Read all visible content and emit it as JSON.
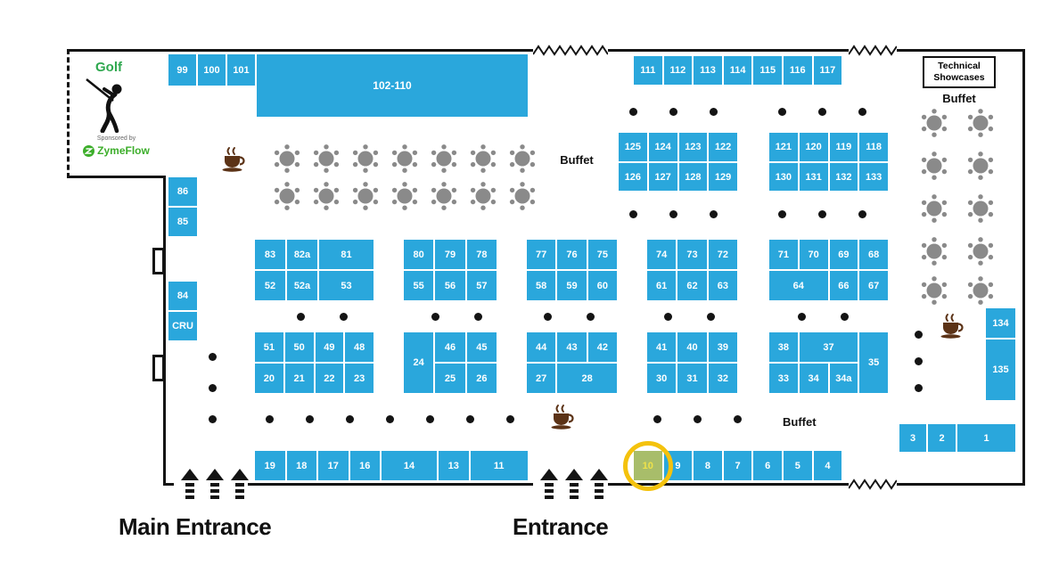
{
  "labels": {
    "golf_title": "Golf",
    "sponsored_by": "Sponsored by",
    "sponsor_name": "ZymeFlow",
    "technical_showcases": "Technical Showcases",
    "buffet_right": "Buffet",
    "buffet_center": "Buffet",
    "buffet_bottom": "Buffet",
    "main_entrance": "Main Entrance",
    "entrance": "Entrance"
  },
  "colors": {
    "booth": "#2AA7DC",
    "wall": "#141414",
    "hl_fill": "#A8BD6A",
    "hl_text": "#EFE24A",
    "ring": "#F4C20D",
    "golf": "#2FA84F",
    "logo": "#3DAE2B",
    "table": "#8A8A8A",
    "coffee": "#5C3317"
  },
  "icons": {
    "golfer": "golfer-silhouette-icon",
    "coffee": "coffee-cup-icon",
    "table": "dining-table-icon",
    "arrow": "entrance-arrow-icon",
    "opening": "wall-opening-marker",
    "pillar": "pillar-dot"
  },
  "highlight": {
    "booth": "10"
  },
  "booths": [
    [
      "99",
      188,
      60,
      33,
      37
    ],
    [
      "100",
      221,
      60,
      33,
      37
    ],
    [
      "101",
      254,
      60,
      33,
      37
    ],
    [
      "102-110",
      287,
      60,
      306,
      72
    ],
    [
      "111",
      710,
      62,
      33.6,
      34
    ],
    [
      "112",
      743.6,
      62,
      33.6,
      34
    ],
    [
      "113",
      777.2,
      62,
      33.6,
      34
    ],
    [
      "114",
      810.8,
      62,
      33.6,
      34
    ],
    [
      "115",
      844.4,
      62,
      33.6,
      34
    ],
    [
      "116",
      878,
      62,
      33.6,
      34
    ],
    [
      "117",
      911.6,
      62,
      33.6,
      34
    ],
    [
      "125",
      693,
      148,
      33.75,
      34
    ],
    [
      "124",
      726.75,
      148,
      33.75,
      34
    ],
    [
      "123",
      760.5,
      148,
      33.75,
      34
    ],
    [
      "122",
      794.25,
      148,
      33.75,
      34
    ],
    [
      "126",
      693,
      182,
      33.75,
      33
    ],
    [
      "127",
      726.75,
      182,
      33.75,
      33
    ],
    [
      "128",
      760.5,
      182,
      33.75,
      33
    ],
    [
      "129",
      794.25,
      182,
      33.75,
      33
    ],
    [
      "121",
      862,
      148,
      33.75,
      34
    ],
    [
      "120",
      895.75,
      148,
      33.75,
      34
    ],
    [
      "119",
      929.5,
      148,
      33.75,
      34
    ],
    [
      "118",
      963.25,
      148,
      33.75,
      34
    ],
    [
      "130",
      862,
      182,
      33.75,
      33
    ],
    [
      "131",
      895.75,
      182,
      33.75,
      33
    ],
    [
      "132",
      929.5,
      182,
      33.75,
      33
    ],
    [
      "133",
      963.25,
      182,
      33.75,
      33
    ],
    [
      "86",
      188,
      198,
      34,
      34
    ],
    [
      "85",
      188,
      232,
      34,
      34
    ],
    [
      "84",
      188,
      315,
      34,
      34
    ],
    [
      "CRU",
      188,
      349,
      34,
      34
    ],
    [
      "83",
      285,
      268,
      36,
      35
    ],
    [
      "82a",
      321,
      268,
      36,
      35
    ],
    [
      "81",
      357,
      268,
      63,
      35
    ],
    [
      "52",
      285,
      303,
      36,
      35
    ],
    [
      "52a",
      321,
      303,
      36,
      35
    ],
    [
      "53",
      357,
      303,
      63,
      35
    ],
    [
      "80",
      452,
      268,
      35.3,
      35
    ],
    [
      "79",
      487.3,
      268,
      35.4,
      35
    ],
    [
      "78",
      522.7,
      268,
      35.3,
      35
    ],
    [
      "55",
      452,
      303,
      35.3,
      35
    ],
    [
      "56",
      487.3,
      303,
      35.4,
      35
    ],
    [
      "57",
      522.7,
      303,
      35.3,
      35
    ],
    [
      "77",
      590,
      268,
      34.3,
      35
    ],
    [
      "76",
      624.3,
      268,
      34.4,
      35
    ],
    [
      "75",
      658.7,
      268,
      34.3,
      35
    ],
    [
      "58",
      590,
      303,
      34.3,
      35
    ],
    [
      "59",
      624.3,
      303,
      34.4,
      35
    ],
    [
      "60",
      658.7,
      303,
      34.3,
      35
    ],
    [
      "74",
      725,
      268,
      34.3,
      35
    ],
    [
      "73",
      759.3,
      268,
      34.4,
      35
    ],
    [
      "72",
      793.7,
      268,
      34.3,
      35
    ],
    [
      "61",
      725,
      303,
      34.3,
      35
    ],
    [
      "62",
      759.3,
      303,
      34.4,
      35
    ],
    [
      "63",
      793.7,
      303,
      34.3,
      35
    ],
    [
      "71",
      862,
      268,
      33.75,
      35
    ],
    [
      "70",
      895.75,
      268,
      33.75,
      35
    ],
    [
      "69",
      929.5,
      268,
      33.75,
      35
    ],
    [
      "68",
      963.25,
      268,
      33.75,
      35
    ],
    [
      "64",
      862,
      303,
      67.5,
      35
    ],
    [
      "66",
      929.5,
      303,
      33.75,
      35
    ],
    [
      "67",
      963.25,
      303,
      33.75,
      35
    ],
    [
      "51",
      285,
      372,
      33.75,
      35
    ],
    [
      "50",
      318.75,
      372,
      33.75,
      35
    ],
    [
      "49",
      352.5,
      372,
      33.75,
      35
    ],
    [
      "48",
      386.25,
      372,
      33.75,
      35
    ],
    [
      "20",
      285,
      407,
      33.75,
      35
    ],
    [
      "21",
      318.75,
      407,
      33.75,
      35
    ],
    [
      "22",
      352.5,
      407,
      33.75,
      35
    ],
    [
      "23",
      386.25,
      407,
      33.75,
      35
    ],
    [
      "24",
      452,
      372,
      35.3,
      70
    ],
    [
      "46",
      487.3,
      372,
      35.4,
      35
    ],
    [
      "45",
      522.7,
      372,
      35.3,
      35
    ],
    [
      "25",
      487.3,
      407,
      35.4,
      35
    ],
    [
      "26",
      522.7,
      407,
      35.3,
      35
    ],
    [
      "44",
      590,
      372,
      34.3,
      35
    ],
    [
      "43",
      624.3,
      372,
      34.4,
      35
    ],
    [
      "42",
      658.7,
      372,
      34.3,
      35
    ],
    [
      "27",
      590,
      407,
      34.3,
      35
    ],
    [
      "28",
      624.3,
      407,
      68.7,
      35
    ],
    [
      "41",
      725,
      372,
      34.3,
      35
    ],
    [
      "40",
      759.3,
      372,
      34.4,
      35
    ],
    [
      "39",
      793.7,
      372,
      34.3,
      35
    ],
    [
      "30",
      725,
      407,
      34.3,
      35
    ],
    [
      "31",
      759.3,
      407,
      34.4,
      35
    ],
    [
      "32",
      793.7,
      407,
      34.3,
      35
    ],
    [
      "38",
      862,
      372,
      33.75,
      35
    ],
    [
      "37",
      895.75,
      372,
      67.5,
      35
    ],
    [
      "35",
      963.25,
      372,
      33.75,
      70
    ],
    [
      "33",
      862,
      407,
      33.75,
      35
    ],
    [
      "34",
      895.75,
      407,
      33.75,
      35
    ],
    [
      "34a",
      929.5,
      407,
      33.75,
      35
    ],
    [
      "134",
      1105,
      345,
      35,
      35
    ],
    [
      "135",
      1105,
      380,
      35,
      70
    ],
    [
      "3",
      1008,
      475,
      32,
      33
    ],
    [
      "2",
      1040,
      475,
      33,
      33
    ],
    [
      "1",
      1073,
      475,
      67,
      33
    ],
    [
      "19",
      285,
      505,
      35.5,
      35
    ],
    [
      "18",
      320.5,
      505,
      35.5,
      35
    ],
    [
      "17",
      356,
      505,
      35.5,
      35
    ],
    [
      "16",
      391.5,
      505,
      35.5,
      35
    ],
    [
      "14",
      427,
      505,
      64,
      35
    ],
    [
      "13",
      491,
      505,
      35.5,
      35
    ],
    [
      "11",
      526.5,
      505,
      66.5,
      35
    ],
    [
      "10",
      710,
      505,
      33.6,
      35
    ],
    [
      "9",
      743.6,
      505,
      33.6,
      35
    ],
    [
      "8",
      777.2,
      505,
      33.6,
      35
    ],
    [
      "7",
      810.8,
      505,
      33.6,
      35
    ],
    [
      "6",
      844.4,
      505,
      33.6,
      35
    ],
    [
      "5",
      878,
      505,
      33.6,
      35
    ],
    [
      "4",
      911.6,
      505,
      33.6,
      35
    ]
  ]
}
